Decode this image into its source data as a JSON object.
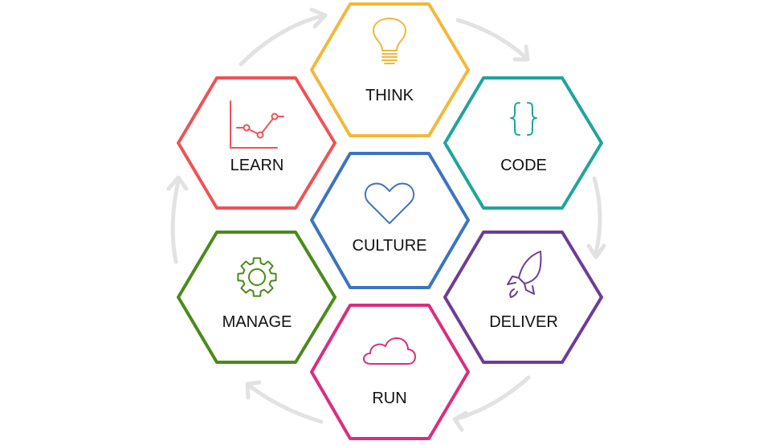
{
  "diagram": {
    "hexagons": {
      "think": {
        "label": "THINK",
        "color": "#F3B73A",
        "icon": "lightbulb-icon"
      },
      "code": {
        "label": "CODE",
        "color": "#1FA59B",
        "icon": "curly-braces-icon"
      },
      "deliver": {
        "label": "DELIVER",
        "color": "#6D3C97",
        "icon": "rocket-icon"
      },
      "run": {
        "label": "RUN",
        "color": "#D92E7F",
        "icon": "cloud-icon"
      },
      "manage": {
        "label": "MANAGE",
        "color": "#4B8A1A",
        "icon": "gear-icon"
      },
      "learn": {
        "label": "LEARN",
        "color": "#EE5357",
        "icon": "line-chart-icon"
      },
      "culture": {
        "label": "CULTURE",
        "color": "#3C74BE",
        "icon": "heart-icon"
      }
    },
    "cycle_color": "#E2E2E2"
  }
}
